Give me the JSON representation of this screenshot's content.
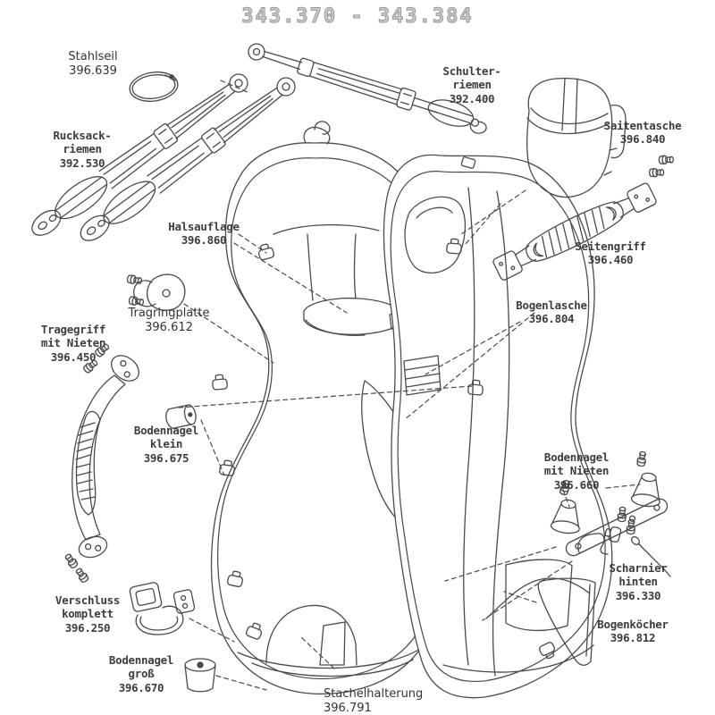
{
  "title": "343.370 - 343.384",
  "colors": {
    "line": "#4a4a4a",
    "title_outline": "#9a9a9a",
    "background": "#ffffff"
  },
  "diagram_type": "exploded-parts-diagram-cello-case",
  "parts": {
    "stahlseil": {
      "name": "Stahlseil",
      "number": "396.639"
    },
    "rucksackriemen": {
      "name": "Rucksack-\nriemen",
      "number": "392.530"
    },
    "schulterriemen": {
      "name": "Schulter-\nriemen",
      "number": "392.400"
    },
    "saitentasche": {
      "name": "Saitentasche",
      "number": "396.840"
    },
    "seitengriff": {
      "name": "Seitengriff",
      "number": "396.460"
    },
    "halsauflage": {
      "name": "Halsauflage",
      "number": "396.860"
    },
    "tragringplatte": {
      "name": "Tragringplatte",
      "number": "396.612"
    },
    "tragegriff": {
      "name": "Tragegriff\nmit Nieten",
      "number": "396.450"
    },
    "bodennagel_klein": {
      "name": "Bodennagel\nklein",
      "number": "396.675"
    },
    "bogenlasche": {
      "name": "Bogenlasche",
      "number": "396.804"
    },
    "bodennagel_mit_nieten": {
      "name": "Bodennagel\nmit Nieten",
      "number": "396.660"
    },
    "scharnier_hinten": {
      "name": "Scharnier hinten",
      "number": "396.330"
    },
    "bogenkoecher": {
      "name": "Bogenköcher",
      "number": "396.812"
    },
    "verschluss": {
      "name": "Verschluss\nkomplett",
      "number": "396.250"
    },
    "bodennagel_gross": {
      "name": "Bodennagel\ngroß",
      "number": "396.670"
    },
    "stachelhalterung": {
      "name": "Stachelhalterung",
      "number": "396.791"
    }
  }
}
